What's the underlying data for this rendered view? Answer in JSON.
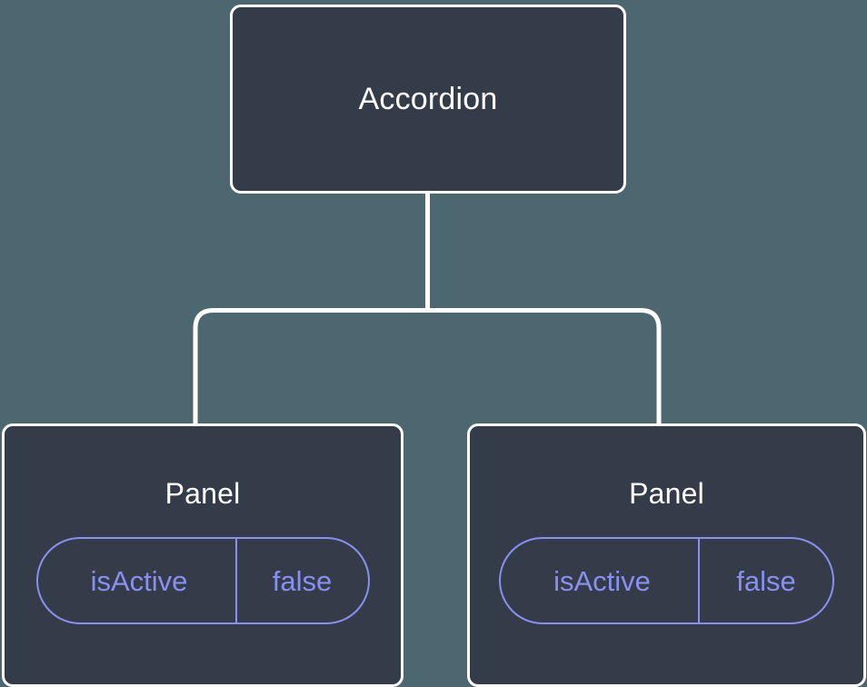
{
  "diagram": {
    "type": "component-tree",
    "background_color": "#4d6771",
    "node_fill_color": "#343c4a",
    "node_border_color": "#ffffff",
    "connector_color": "#ffffff",
    "accent_color": "#8a8ff0",
    "root": {
      "title": "Accordion"
    },
    "children": [
      {
        "title": "Panel",
        "props": [
          {
            "key": "isActive",
            "value": "false"
          }
        ]
      },
      {
        "title": "Panel",
        "props": [
          {
            "key": "isActive",
            "value": "false"
          }
        ]
      }
    ]
  }
}
